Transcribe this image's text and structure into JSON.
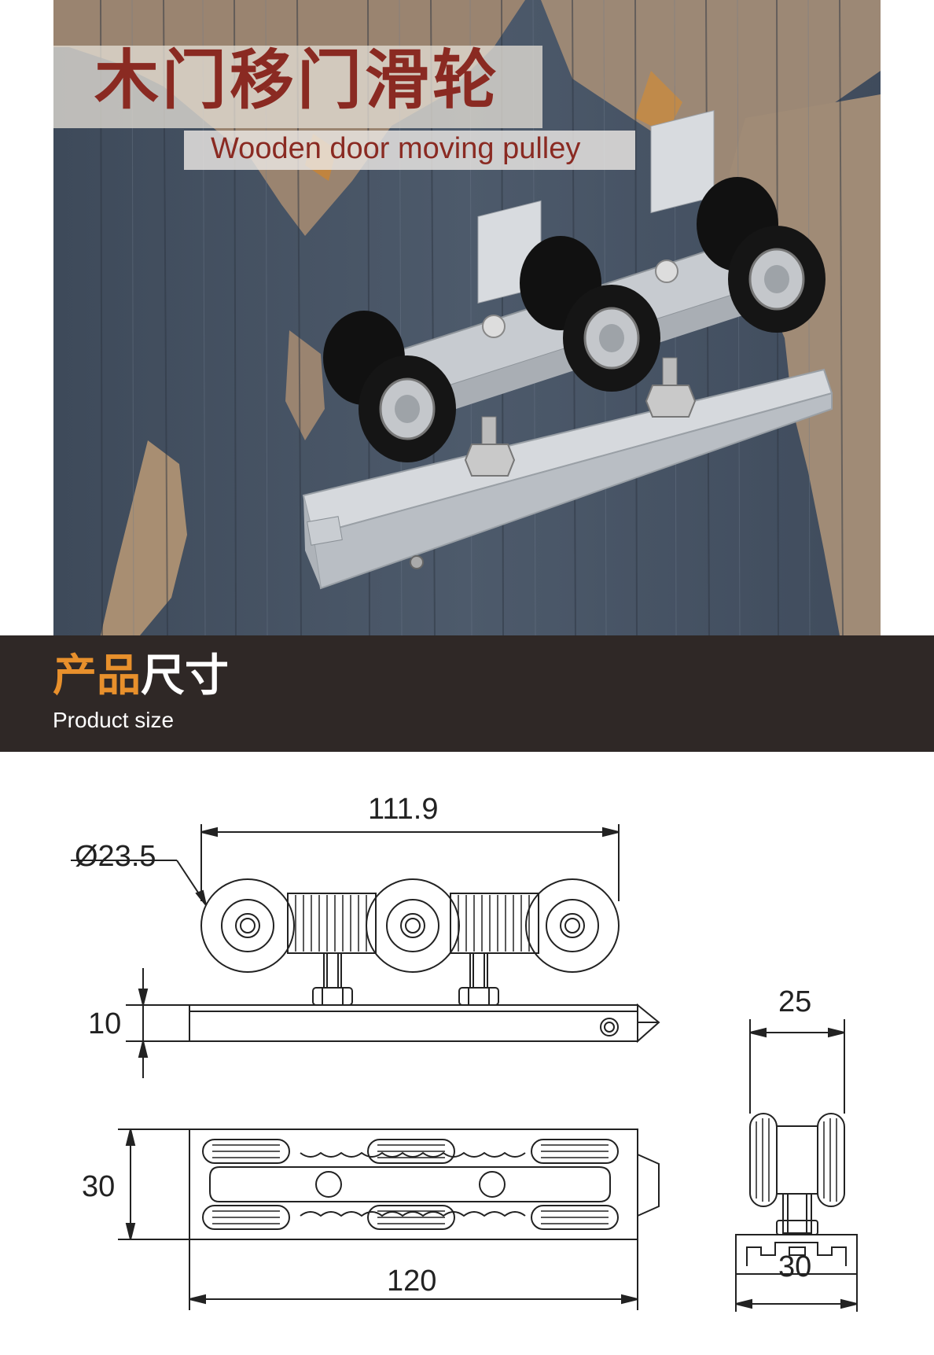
{
  "hero": {
    "title_cn": "木门移门滑轮",
    "title_en": "Wooden door moving pulley"
  },
  "section": {
    "title_cn_accent": "产品",
    "title_cn_plain": "尺寸",
    "title_en": "Product size"
  },
  "dimensions": {
    "diameter": "Ø23.5",
    "length_top": "111.9",
    "height": "10",
    "width_side": "30",
    "length_bottom": "120",
    "profile_top": "25",
    "profile_bottom": "30"
  }
}
